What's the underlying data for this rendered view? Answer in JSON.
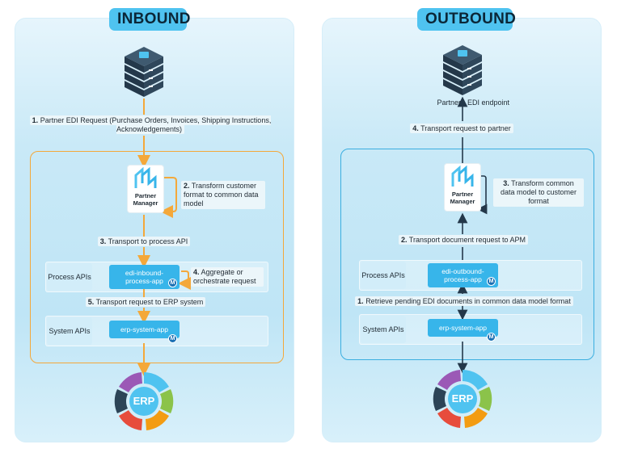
{
  "inbound": {
    "title": "INBOUND",
    "step1_num": "1.",
    "step1_text": "Partner EDI Request (Purchase Orders, Invoices, Shipping Instructions, Acknowledgements)",
    "partner_manager": [
      "Partner",
      "Manager"
    ],
    "step2_num": "2.",
    "step2_text": "Transform customer format to common data model",
    "step3_num": "3.",
    "step3_text": "Transport to process API",
    "process_apis": "Process APIs",
    "process_app": "edi-inbound-process-app",
    "step4_num": "4.",
    "step4_text": "Aggregate or orchestrate request",
    "step5_num": "5.",
    "step5_text": "Transport request to ERP system",
    "system_apis": "System APIs",
    "system_app": "erp-system-app",
    "erp": "ERP"
  },
  "outbound": {
    "title": "OUTBOUND",
    "partner": "Partner",
    "edi_endpoint": "EDI endpoint",
    "step4_num": "4.",
    "step4_text": "Transport request to partner",
    "partner_manager": [
      "Partner",
      "Manager"
    ],
    "step3_num": "3.",
    "step3_text": "Transform common data model to customer format",
    "step2_num": "2.",
    "step2_text": "Transport document request to APM",
    "process_apis": "Process APIs",
    "process_app": "edi-outbound-process-app",
    "step1_num": "1.",
    "step1_text": "Retrieve pending EDI documents in common data model format",
    "system_apis": "System APIs",
    "system_app": "erp-system-app",
    "erp": "ERP"
  },
  "colors": {
    "accent_orange": "#f4a83a",
    "accent_blue": "#3aaee0",
    "app_blue": "#37b5ea",
    "pill_blue": "#4fc3f0",
    "server_dark": "#24384a"
  },
  "icons": [
    "server-stack-icon",
    "partner-manager-logo-icon",
    "mulesoft-icon",
    "erp-wheel-icon"
  ]
}
